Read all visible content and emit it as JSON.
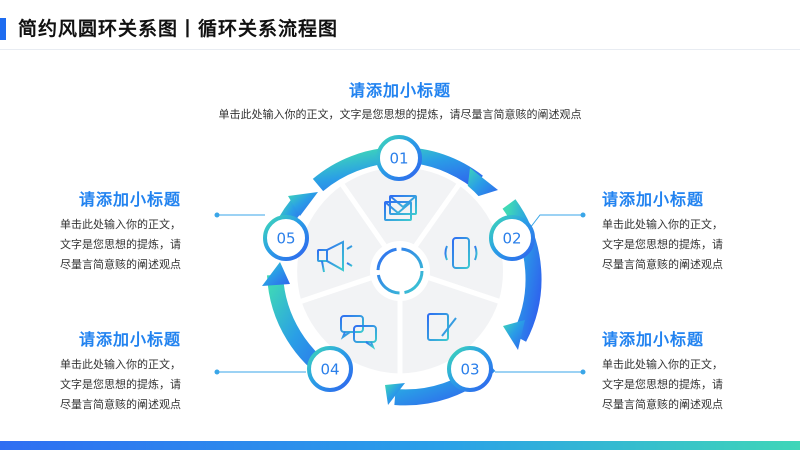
{
  "header": {
    "title": "简约风圆环关系图丨循环关系流程图"
  },
  "top": {
    "heading": "请添加小标题",
    "body": "单击此处输入你的正文，文字是您思想的提炼，请尽量言简意赅的阐述观点"
  },
  "left_upper": {
    "heading": "请添加小标题",
    "line1": "单击此处输入你的正文，",
    "line2": "文字是您思想的提炼，请",
    "line3": "尽量言简意赅的阐述观点"
  },
  "left_lower": {
    "heading": "请添加小标题",
    "line1": "单击此处输入你的正文，",
    "line2": "文字是您思想的提炼，请",
    "line3": "尽量言简意赅的阐述观点"
  },
  "right_upper": {
    "heading": "请添加小标题",
    "line1": "单击此处输入你的正文，",
    "line2": "文字是您思想的提炼，请",
    "line3": "尽量言简意赅的阐述观点"
  },
  "right_lower": {
    "heading": "请添加小标题",
    "line1": "单击此处输入你的正文，",
    "line2": "文字是您思想的提炼，请",
    "line3": "尽量言简意赅的阐述观点"
  },
  "steps": {
    "s1": "01",
    "s2": "02",
    "s3": "03",
    "s4": "04",
    "s5": "05"
  },
  "icons": {
    "s1": "mail-stack-icon",
    "s2": "phone-vibrate-icon",
    "s3": "document-edit-icon",
    "s4": "chat-bubbles-icon",
    "s5": "megaphone-icon"
  },
  "colors": {
    "accent": "#1e6cf0",
    "blue": "#2f6ef2",
    "teal": "#3fd6b8",
    "heading": "#2283f0"
  }
}
